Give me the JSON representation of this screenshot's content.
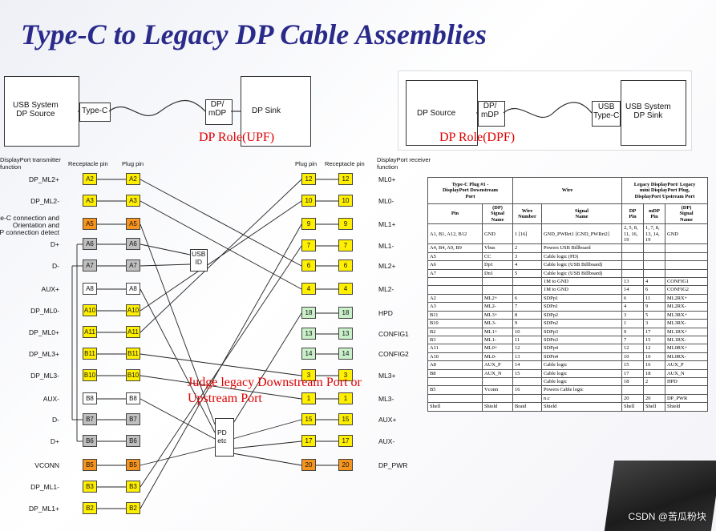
{
  "title": "Type-C to Legacy DP Cable Assemblies",
  "top_left": {
    "source": "USB System\nDP Source",
    "connector": "Type-C",
    "plug": "DP/\nmDP",
    "sink": "DP Sink",
    "role": "DP Role(UPF)"
  },
  "top_right": {
    "source": "DP Source",
    "plug": "DP/\nmDP",
    "connector": "USB\nType-C",
    "sink": "USB System\nDP Sink",
    "role": "DP Role(DPF)"
  },
  "headers": {
    "tx_function": "DisplayPort transmitter\nfunction",
    "receptacle_pin_l": "Receptacle pin",
    "plug_pin_l": "Plug pin",
    "plug_pin_r": "Plug pin",
    "receptacle_pin_r": "Receptacle pin",
    "rx_function": "DisplayPort receiver\nfunction"
  },
  "left_signals": [
    "DP_ML2+",
    "DP_ML2-",
    "e-C connection and\nOrientation and\nP connection detect",
    "D+",
    "D-",
    "AUX+",
    "DP_ML0-",
    "DP_ML0+",
    "DP_ML3+",
    "DP_ML3-",
    "AUX-",
    "D-",
    "D+",
    "VCONN",
    "DP_ML1-",
    "DP_ML1+"
  ],
  "left_pins": [
    "A2",
    "A3",
    "A5",
    "A6",
    "A7",
    "A8",
    "A10",
    "A11",
    "B11",
    "B10",
    "B8",
    "B7",
    "B6",
    "B5",
    "B3",
    "B2"
  ],
  "left_colors": [
    "y",
    "y",
    "o",
    "g",
    "g",
    "w",
    "y",
    "y",
    "y",
    "y",
    "w",
    "g",
    "g",
    "o",
    "y",
    "y"
  ],
  "right_pins": [
    "12",
    "10",
    "9",
    "7",
    "6",
    "4",
    "18",
    "13",
    "14",
    "3",
    "1",
    "15",
    "17",
    "20"
  ],
  "right_colors": [
    "y",
    "y",
    "y",
    "y",
    "y",
    "y",
    "lg",
    "lg",
    "lg",
    "y",
    "y",
    "y",
    "y",
    "o"
  ],
  "right_signals": [
    "ML0+",
    "ML0-",
    "ML1+",
    "ML1-",
    "ML2+",
    "ML2-",
    "HPD",
    "CONFIG1",
    "CONFIG2",
    "ML3+",
    "ML3-",
    "AUX+",
    "AUX-",
    "DP_PWR"
  ],
  "usb_id": "USB\nID",
  "pd_box": "PD\netc",
  "judge_note": "Judge legacy Downstream Port or\nUpstream Port",
  "table": {
    "group1": "Type-C Plug #1 -\nDisplayPort Downstream\nPort",
    "group2": "Wire",
    "group3": "Legacy DisplayPort/ Legacy\nmini DisplayPort Plug,\nDisplayPort Upstream Port",
    "cols": [
      "Pin",
      "(DP)\nSignal\nName",
      "Wire\nNumber",
      "Signal\nName",
      "DP\nPin",
      "mDP\nPin",
      "(DP)\nSignal\nName"
    ],
    "rows": [
      [
        "A1, B1, A12, B12",
        "GND",
        "1 [16]",
        "GND_PWRrt1 [GND_PWRrt2]",
        "2, 5, 8,\n11, 16,\n19",
        "1, 7, 8,\n13, 14,\n19",
        "GND"
      ],
      [
        "A4, B4, A9, B9",
        "Vbus",
        "2",
        "Powers USB Billboard",
        "",
        "",
        ""
      ],
      [
        "A5",
        "CC",
        "3",
        "Cable logic (PD)",
        "",
        "",
        ""
      ],
      [
        "A6",
        "Dp1",
        "4",
        "Cable logic (USB Billboard)",
        "",
        "",
        ""
      ],
      [
        "A7",
        "Dn1",
        "5",
        "Cable logic (USB Billboard)",
        "",
        "",
        ""
      ],
      [
        "",
        "",
        "",
        "1M to GND",
        "13",
        "4",
        "CONFIG1"
      ],
      [
        "",
        "",
        "",
        "1M to GND",
        "14",
        "6",
        "CONFIG2"
      ],
      [
        "A2",
        "ML2+",
        "6",
        "SDPp1",
        "6",
        "11",
        "ML2RX+"
      ],
      [
        "A3",
        "ML2-",
        "7",
        "SDPn1",
        "4",
        "9",
        "ML2RX-"
      ],
      [
        "B11",
        "ML3+",
        "8",
        "SDPp2",
        "3",
        "5",
        "ML3RX+"
      ],
      [
        "B10",
        "ML3-",
        "9",
        "SDPn2",
        "1",
        "3",
        "ML3RX-"
      ],
      [
        "B2",
        "ML1+",
        "10",
        "SDPp3",
        "9",
        "17",
        "ML1RX+"
      ],
      [
        "B3",
        "ML1-",
        "11",
        "SDPn3",
        "7",
        "15",
        "ML1RX-"
      ],
      [
        "A11",
        "ML0+",
        "12",
        "SDPp4",
        "12",
        "12",
        "ML0RX+"
      ],
      [
        "A10",
        "ML0-",
        "13",
        "SDPn4",
        "10",
        "10",
        "ML0RX-"
      ],
      [
        "A8",
        "AUX_P",
        "14",
        "Cable logic",
        "15",
        "16",
        "AUX_P"
      ],
      [
        "B8",
        "AUX_N",
        "15",
        "Cable logic",
        "17",
        "18",
        "AUX_N"
      ],
      [
        "",
        "",
        "",
        "Cable logic",
        "18",
        "2",
        "HPD"
      ],
      [
        "B5",
        "Vconn",
        "16",
        "Powers Cable logic",
        "",
        "",
        ""
      ],
      [
        "",
        "",
        "",
        "n.c",
        "20",
        "20",
        "DP_PWR"
      ],
      [
        "Shell",
        "Shield",
        "Braid",
        "Shield",
        "Shell",
        "Shell",
        "Shield"
      ]
    ]
  },
  "watermark": "CSDN @苦瓜粉块",
  "colors": {
    "title": "#2a2a8a",
    "annotation": "#e00000",
    "pin_yellow": "#ffef00",
    "pin_orange": "#f7941d",
    "pin_gray": "#bfbfbf",
    "pin_green": "#c9f0c9"
  }
}
